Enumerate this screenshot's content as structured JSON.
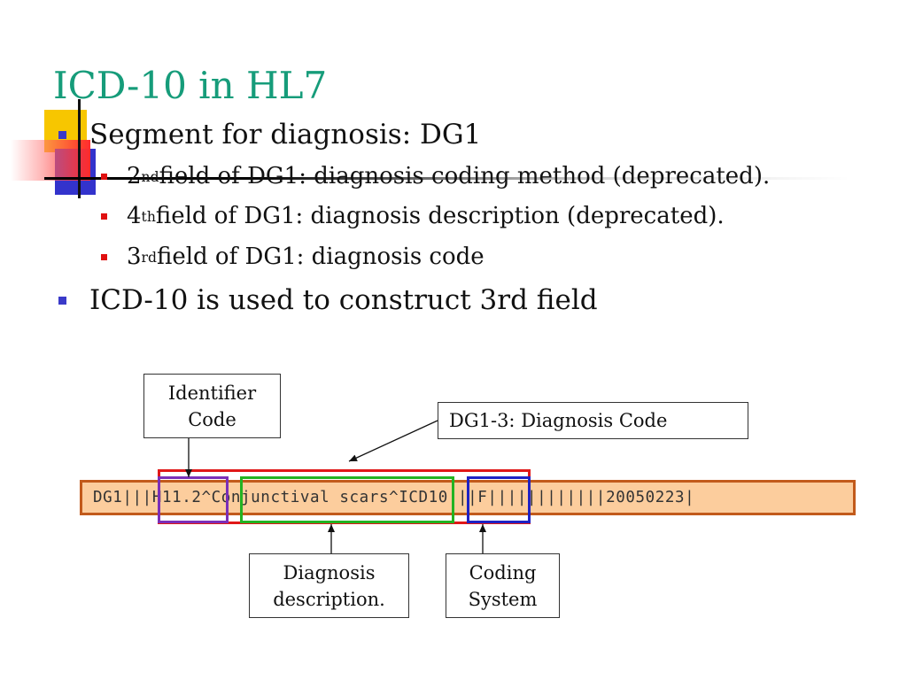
{
  "slide": {
    "title": "ICD-10 in HL7",
    "bullets": [
      {
        "text": "Segment for diagnosis: DG1"
      },
      {
        "ordinal": "2",
        "suffix": "nd",
        "text": " field of DG1: diagnosis coding method (deprecated)."
      },
      {
        "ordinal": "4",
        "suffix": "th",
        "text": " field of DG1: diagnosis description (deprecated)."
      },
      {
        "ordinal": "3",
        "suffix": "rd",
        "text": " field of DG1: diagnosis code"
      },
      {
        "text": "ICD-10 is used to construct 3rd field"
      }
    ]
  },
  "diagram": {
    "message": "DG1|||H11.2^Conjunctival scars^ICD10|||F||||||||||||20050223|",
    "labels": {
      "identifier_code": "Identifier Code",
      "dg13_key": "DG1-3:",
      "dg13_value": " Diagnosis Code",
      "diagnosis_description": "Diagnosis description.",
      "coding_system": "Coding System"
    }
  },
  "colors": {
    "title": "#169c7a",
    "bullet_level1": "#3a3ac9",
    "bullet_level2": "#e01010",
    "message_fill": "#fccd9d",
    "message_border": "#c25a1b",
    "field_frame": "#e01818",
    "identifier_frame": "#7b2fb8",
    "description_frame": "#22b322",
    "coding_system_frame": "#1f22c4"
  }
}
